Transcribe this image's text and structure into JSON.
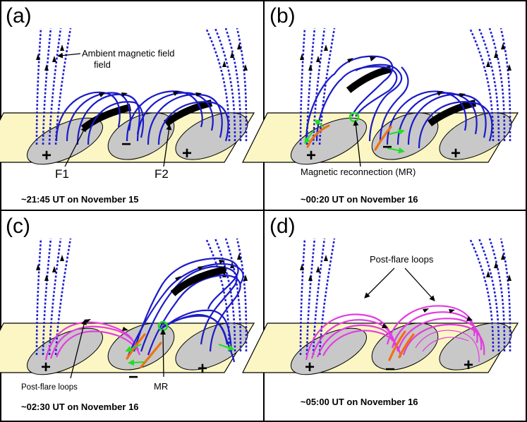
{
  "panels": [
    {
      "label": "(a)",
      "caption": "~21:45 UT on November 15",
      "annotations": {
        "ambient": "Ambient magnetic field",
        "f1": "F1",
        "f2": "F2"
      },
      "signs": [
        "+",
        "−",
        "+"
      ]
    },
    {
      "label": "(b)",
      "caption": "~00:20 UT on November 16",
      "annotations": {
        "mr": "Magnetic reconnection (MR)"
      },
      "signs": [
        "+",
        "−",
        "+"
      ]
    },
    {
      "label": "(c)",
      "caption": "~02:30 UT on November 16",
      "annotations": {
        "postflare": "Post-flare loops",
        "mr": "MR"
      },
      "signs": [
        "+",
        "−",
        "+"
      ]
    },
    {
      "label": "(d)",
      "caption": "~05:00 UT on November 16",
      "annotations": {
        "postflare": "Post-flare loops"
      },
      "signs": [
        "+",
        "−",
        "+"
      ]
    }
  ],
  "colors": {
    "photosphere": "#fbf6c4",
    "polarity": "#c8c8c8",
    "field_lines": "#1b1bc8",
    "post_flare_loops": "#e23ce2",
    "ribbons": "#f07010",
    "reconnection": "#22dd22"
  }
}
